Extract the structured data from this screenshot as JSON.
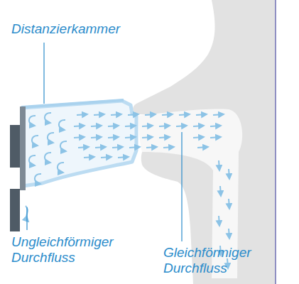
{
  "diagram": {
    "labels": [
      "Distanzierkammer",
      "Ungleichförmiger Durchfluss",
      "Gleichförmiger Durchfluss"
    ]
  }
}
